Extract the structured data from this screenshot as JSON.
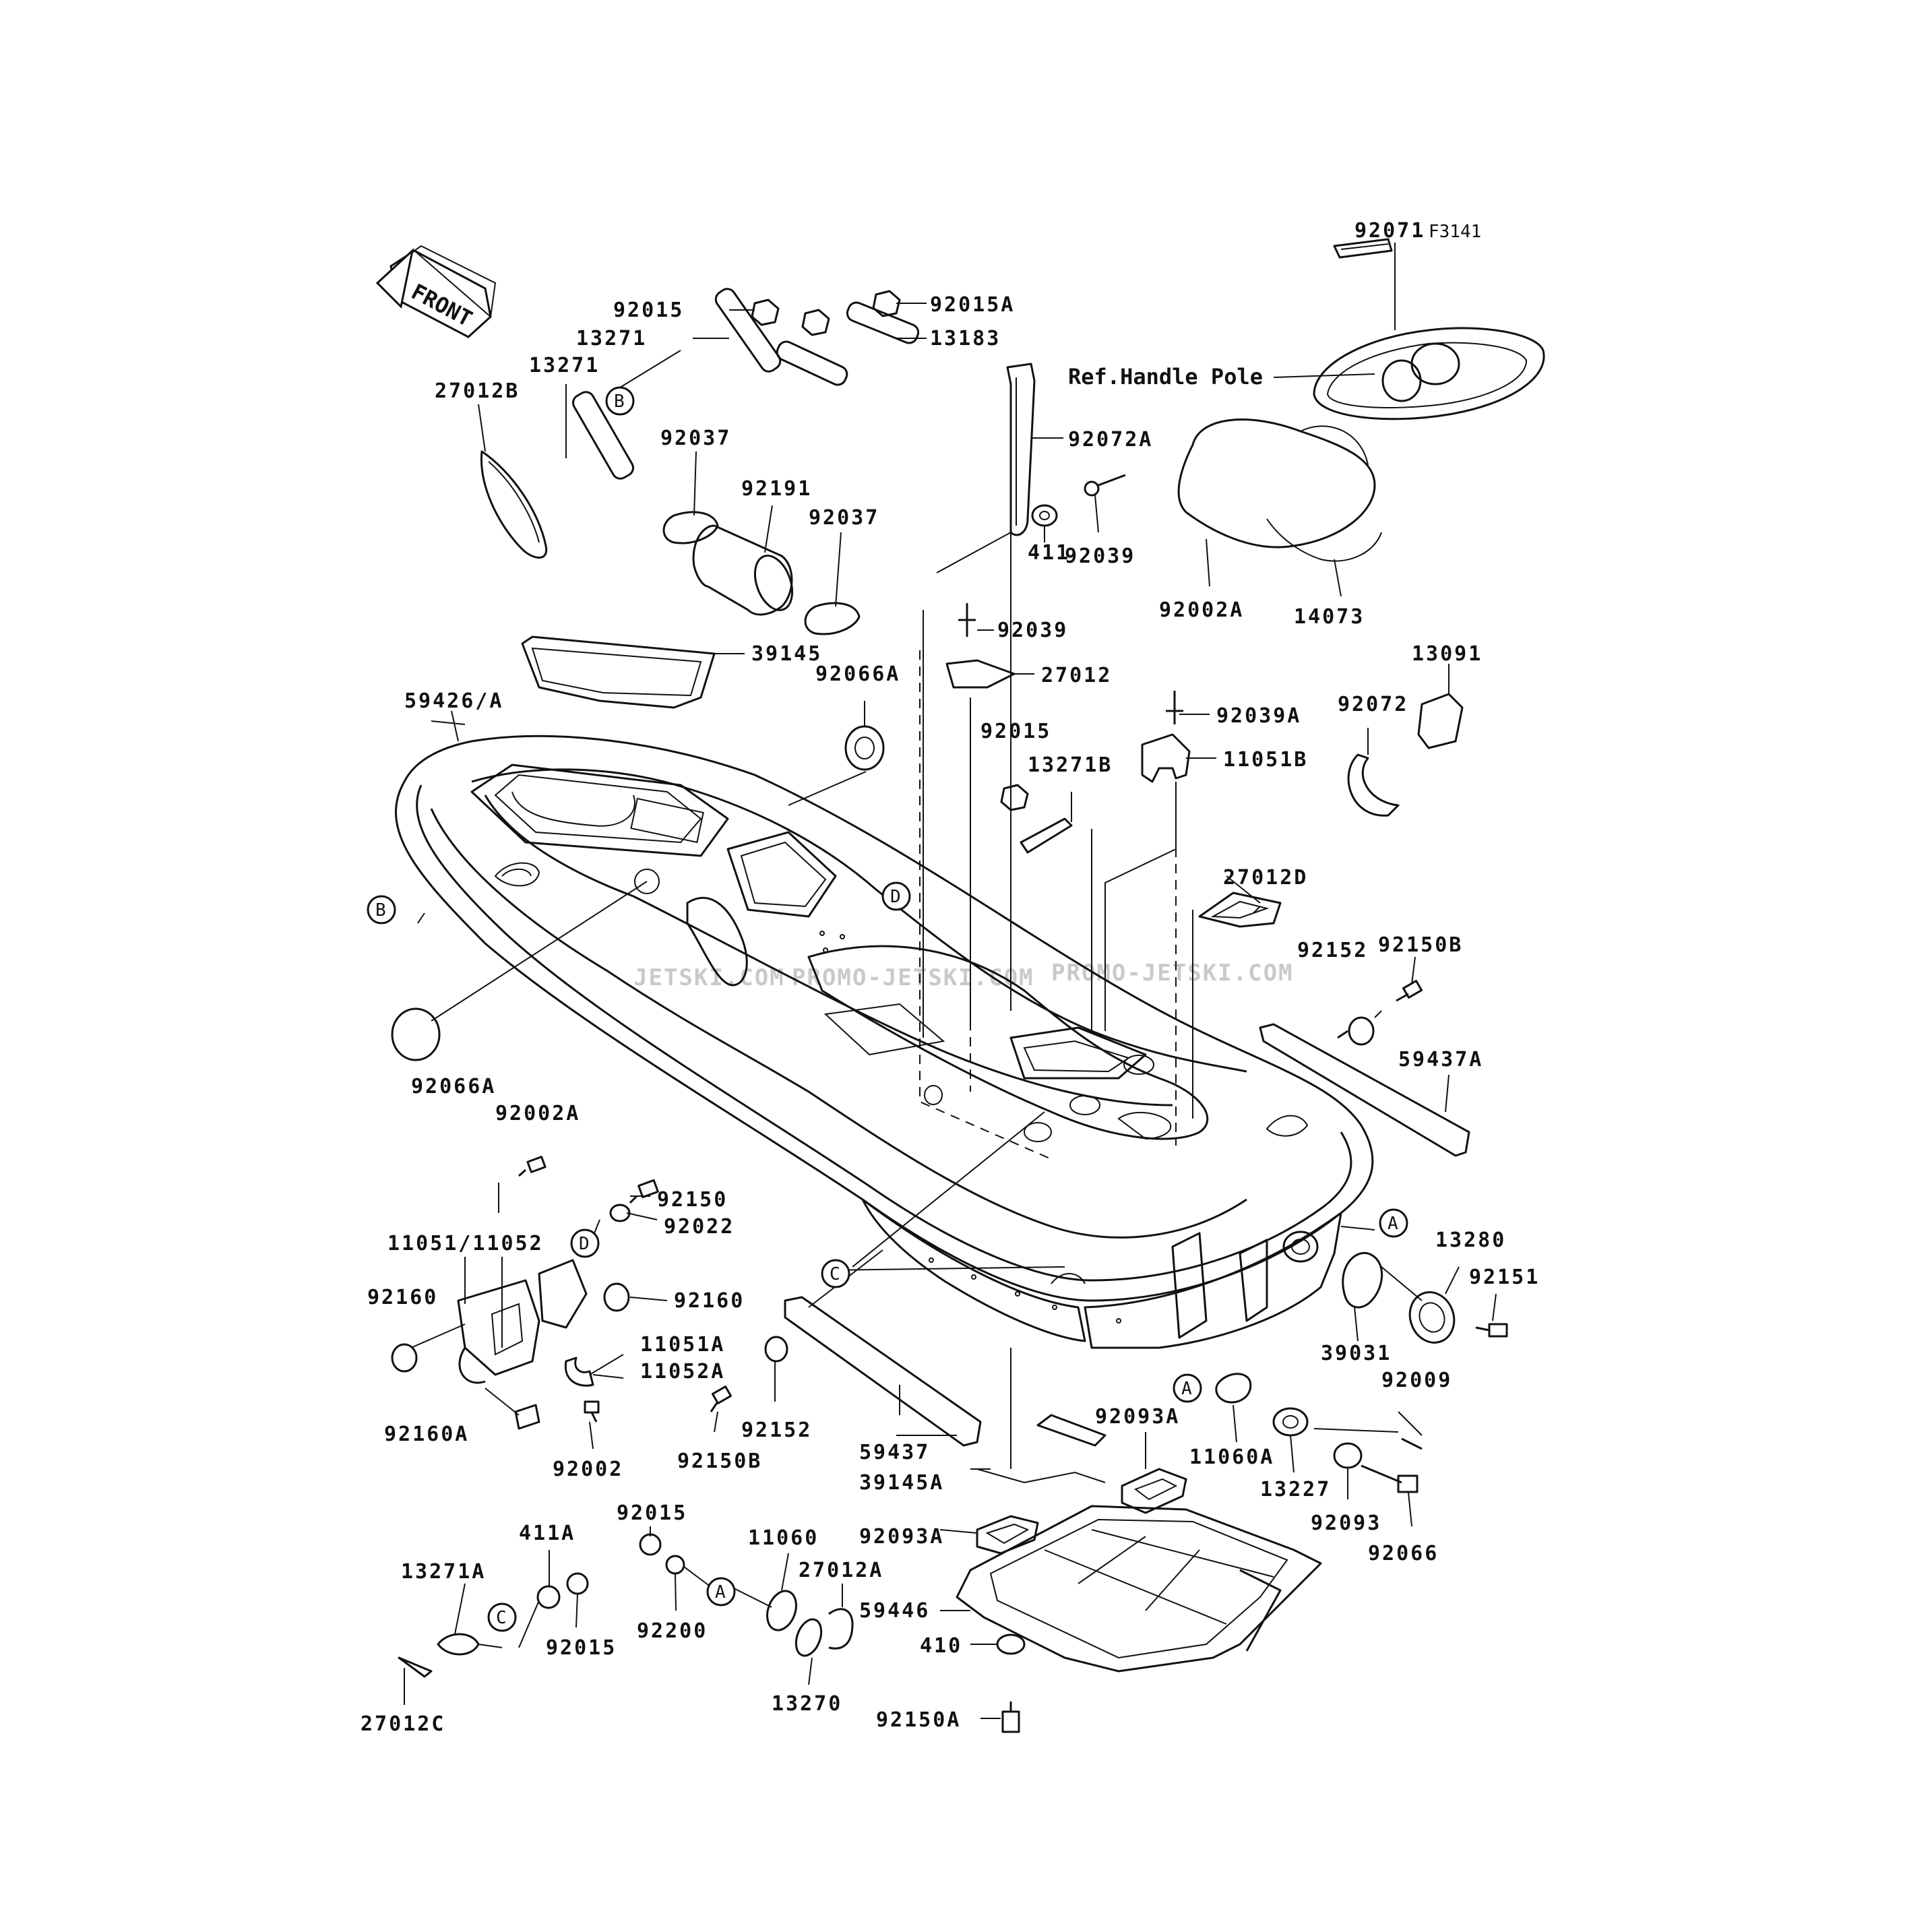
{
  "figure_code": "F3141",
  "orientation_label": "FRONT",
  "reference_note": "Ref.Handle Pole",
  "watermark": [
    "JETSKI.COM",
    "PROMO-JETSKI.COM",
    "PROMO-JETSKI.COM"
  ],
  "callout_markers": [
    "A",
    "B",
    "C",
    "D"
  ],
  "part_labels": [
    "92071",
    "92015",
    "92015A",
    "13271",
    "13183",
    "13271",
    "27012B",
    "92037",
    "92191",
    "92037",
    "92072A",
    "92039",
    "411",
    "92039",
    "92002A",
    "14073",
    "39145",
    "92066A",
    "27012",
    "13091",
    "59426/A",
    "92015",
    "92039A",
    "92072",
    "13271B",
    "11051B",
    "27012D",
    "92150B",
    "92152",
    "59437A",
    "92066A",
    "92002A",
    "92150",
    "92022",
    "11051/11052",
    "92160",
    "92160",
    "11051A",
    "11052A",
    "92160A",
    "92002",
    "92152",
    "92150B",
    "59437",
    "39145A",
    "13280",
    "92151",
    "39031",
    "92009",
    "92093A",
    "11060A",
    "13227",
    "92093",
    "92066",
    "92093A",
    "59446",
    "410",
    "92150A",
    "92015",
    "411A",
    "13271A",
    "92015",
    "27012C",
    "92200",
    "11060",
    "27012A",
    "13270"
  ]
}
